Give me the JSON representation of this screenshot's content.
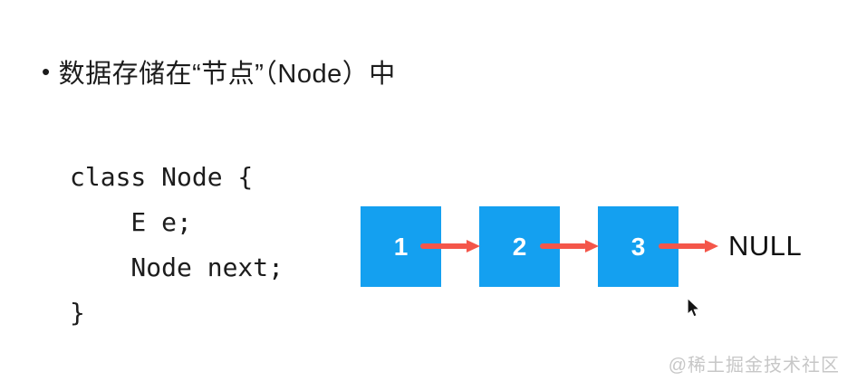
{
  "slide": {
    "title": {
      "bullet": "•",
      "text": "数据存储在“节点”（Node）中"
    },
    "code": {
      "lines": [
        "class Node {",
        "    E e;",
        "    Node next;",
        "}"
      ]
    },
    "diagram": {
      "nodes": [
        {
          "label": "1"
        },
        {
          "label": "2"
        },
        {
          "label": "3"
        }
      ],
      "terminator": "NULL"
    },
    "watermark": "@稀土掘金技术社区"
  },
  "colors": {
    "node_fill": "#14A0F0",
    "node_label": "#FFFFFF",
    "arrow": "#F4564A",
    "text": "#1C1C1C",
    "watermark": "#C7C7C7",
    "background": "#FFFFFF"
  }
}
